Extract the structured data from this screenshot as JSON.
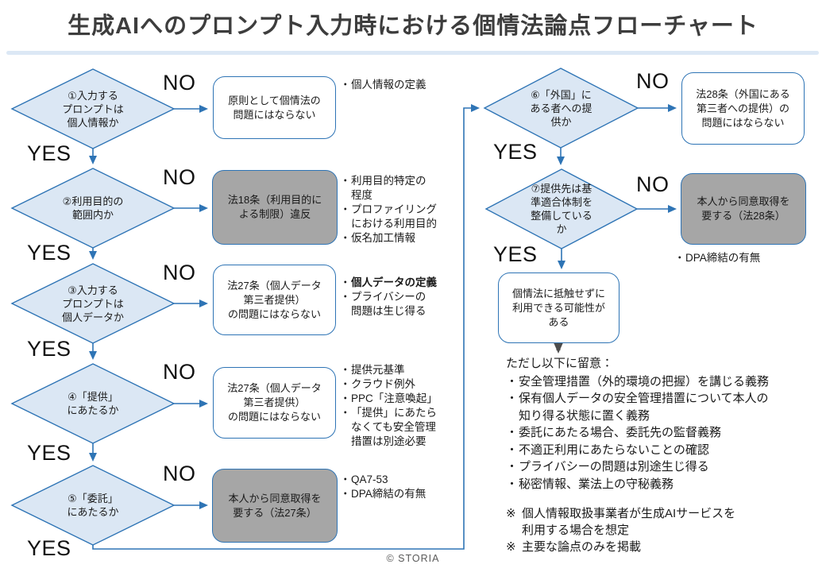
{
  "title": "生成AIへのプロンプト入力時における個情法論点フローチャート",
  "footer": "© STORIA",
  "labels": {
    "yes": "YES",
    "no": "NO",
    "bullet": "・",
    "remark": "※"
  },
  "colors": {
    "node_fill": "#dbe7f4",
    "node_border": "#2e74b5",
    "gray_fill": "#a6a6a6",
    "arrow_blue": "#2e74b5",
    "arrow_dark": "#4d4d4d",
    "divider": "#dce8f5",
    "title": "#3d3d3d"
  },
  "diamonds": {
    "d1": {
      "text": "①入力する\nプロンプトは\n個人情報か"
    },
    "d2": {
      "text": "②利用目的の\n範囲内か"
    },
    "d3": {
      "text": "③入力する\nプロンプトは\n個人データか"
    },
    "d4": {
      "text": "④「提供」\nにあたるか"
    },
    "d5": {
      "text": "⑤「委託」\nにあたるか"
    },
    "d6": {
      "text": "⑥「外国」に\nある者への提\n供か"
    },
    "d7": {
      "text": "⑦提供先は基\n準適合体制を\n整備している\nか"
    }
  },
  "boxes": {
    "b1": {
      "text": "原則として個情法の\n問題にはならない"
    },
    "b2": {
      "text": "法18条（利用目的に\nよる制限）違反"
    },
    "b3": {
      "text": "法27条（個人データ\n第三者提供）\nの問題にはならない"
    },
    "b4": {
      "text": "法27条（個人データ\n第三者提供）\nの問題にはならない"
    },
    "b5": {
      "text": "本人から同意取得を\n要する（法27条）"
    },
    "b6": {
      "text": "法28条（外国にある\n第三者への提供）の\n問題にはならない"
    },
    "b7": {
      "text": "本人から同意取得を\n要する（法28条）"
    },
    "b8": {
      "text": "個情法に抵触せずに\n利用できる可能性が\nある"
    }
  },
  "bullets": {
    "g1": [
      "個人情報の定義"
    ],
    "g2": [
      "利用目的特定の\n程度",
      "プロファイリング\nにおける利用目的",
      "仮名加工情報"
    ],
    "g3": [
      "個人データの定義",
      "プライバシーの\n問題は生じ得る"
    ],
    "g4": [
      "提供元基準",
      "クラウド例外",
      "PPC「注意喚起」",
      "「提供」にあたら\nなくても安全管理\n措置は別途必要"
    ],
    "g5": [
      "QA7-53",
      "DPA締結の有無"
    ],
    "g7": [
      "DPA締結の有無"
    ]
  },
  "notes": {
    "heading": "ただし以下に留意：",
    "items": [
      "安全管理措置（外的環境の把握）を講じる義務",
      "保有個人データの安全管理措置について本人の\n知り得る状態に置く義務",
      "委託にあたる場合、委託先の監督義務",
      "不適正利用にあたらないことの確認",
      "プライバシーの問題は別途生じ得る",
      "秘密情報、業法上の守秘義務"
    ],
    "remarks": [
      "個人情報取扱事業者が生成AIサービスを\n利用する場合を想定",
      "主要な論点のみを掲載"
    ]
  }
}
